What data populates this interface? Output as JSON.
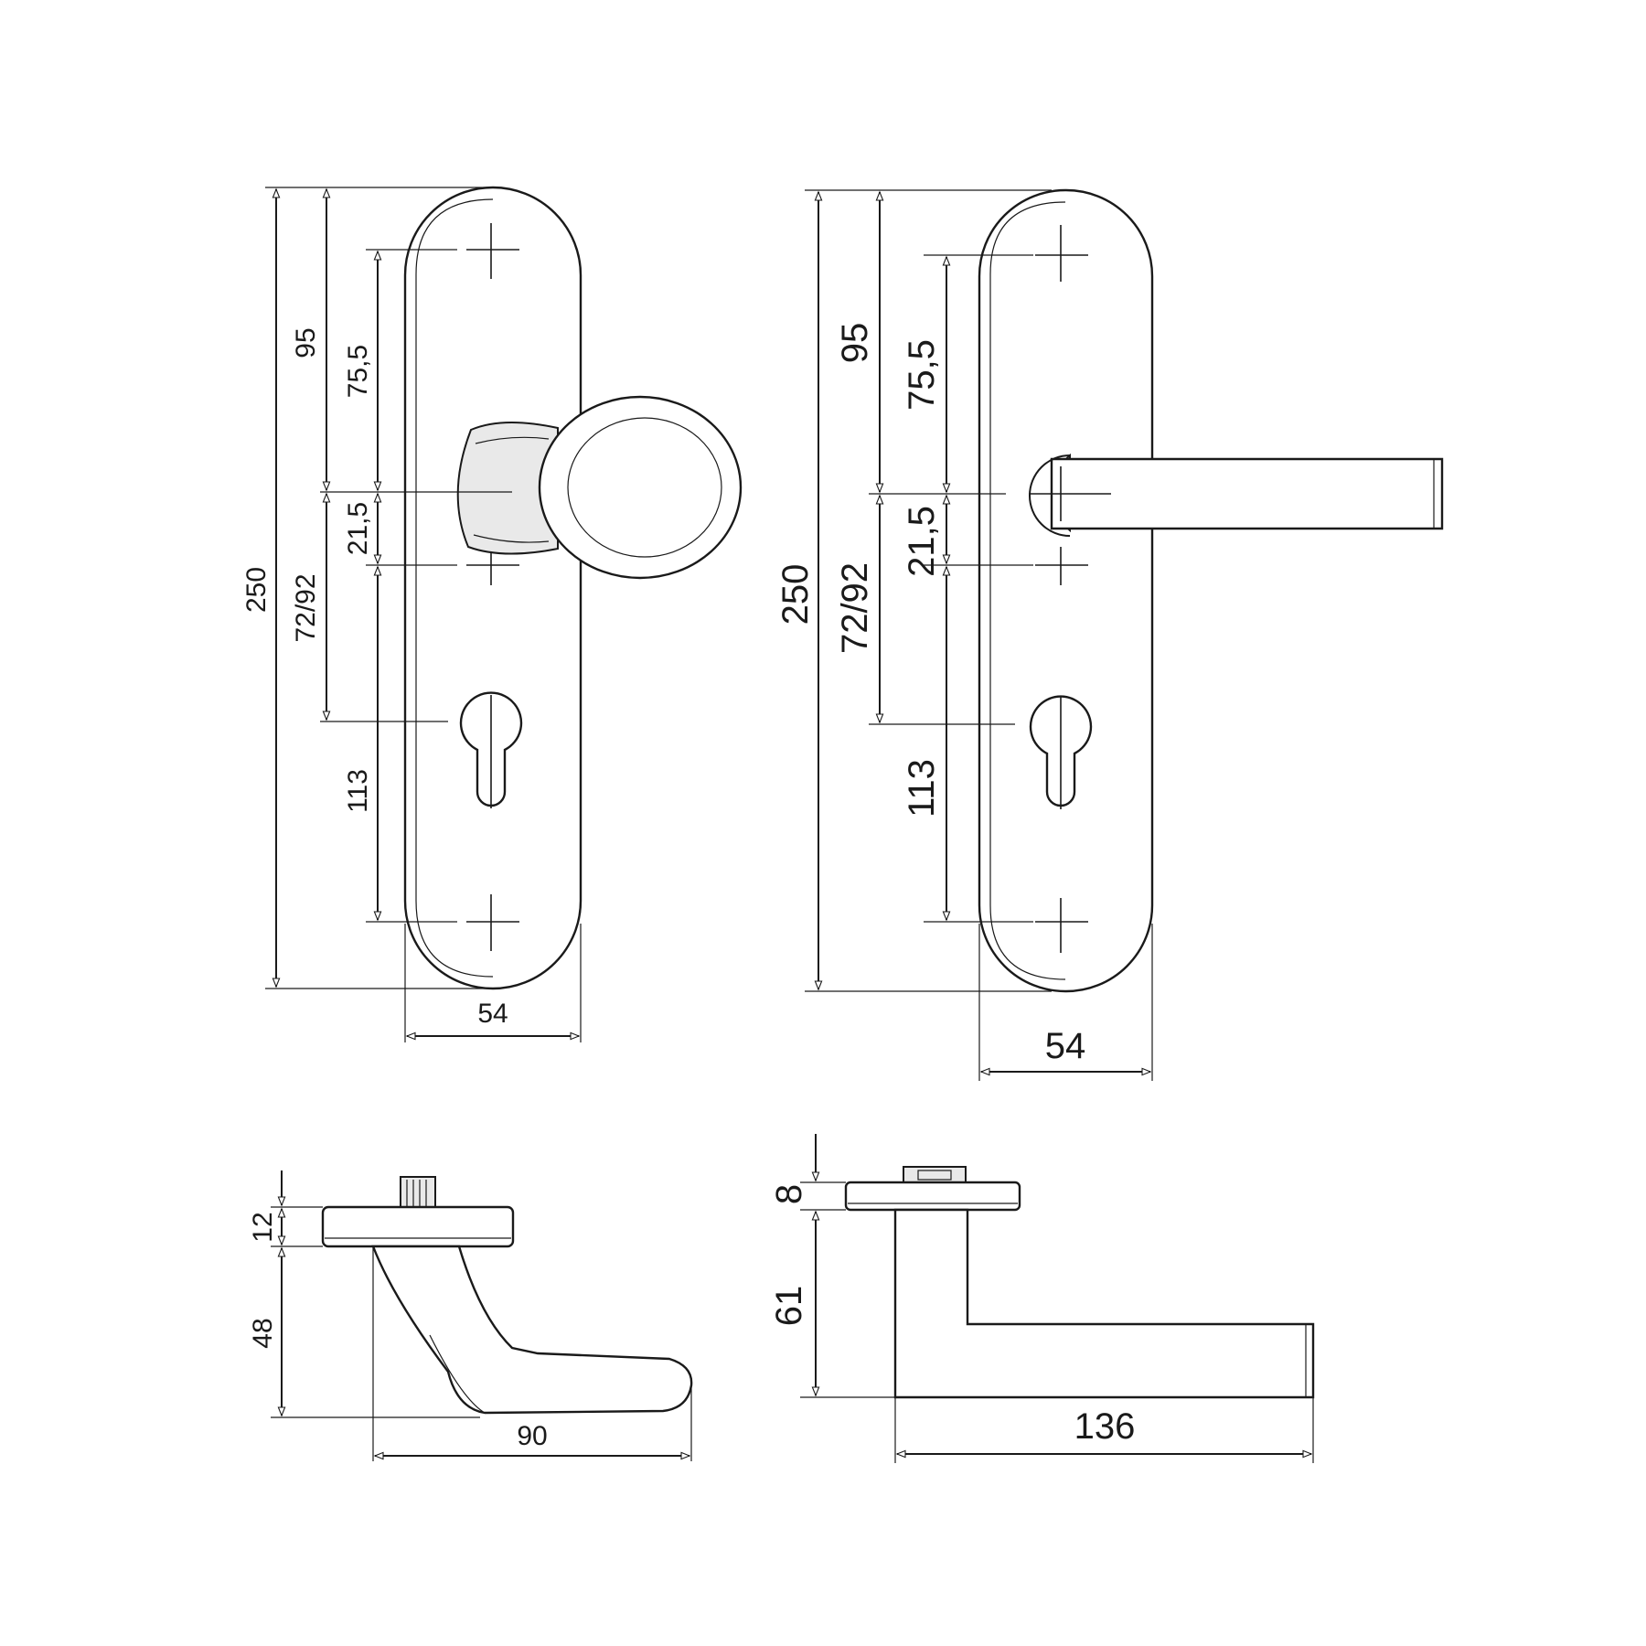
{
  "knob_front": {
    "total_height": "250",
    "handle_offset": "95",
    "upper_hole": "75,5",
    "hole_gap": "21,5",
    "cylinder_distance": "72/92",
    "lower_hole": "113",
    "width": "54"
  },
  "lever_front": {
    "total_height": "250",
    "handle_offset": "95",
    "upper_hole": "75,5",
    "hole_gap": "21,5",
    "cylinder_distance": "72/92",
    "lower_hole": "113",
    "width": "54"
  },
  "knob_side": {
    "plate_thickness": "12",
    "projection": "48",
    "length": "90"
  },
  "lever_side": {
    "plate_thickness": "8",
    "projection": "61",
    "length": "136"
  },
  "colors": {
    "line": "#1a1a1a",
    "background": "#ffffff"
  }
}
